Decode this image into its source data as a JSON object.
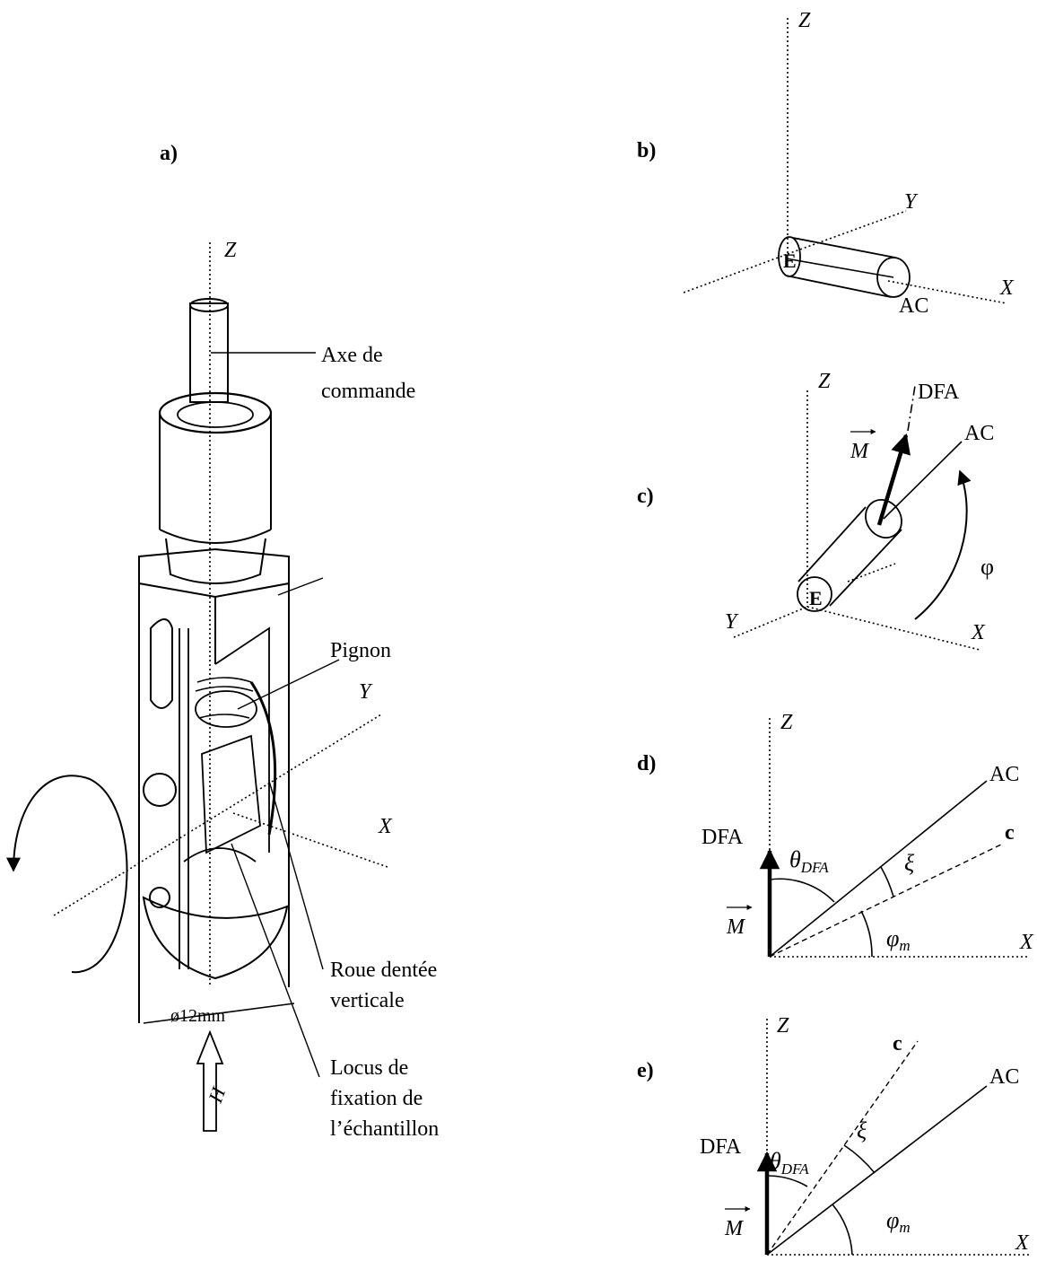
{
  "panels": {
    "a": {
      "tag": "a)",
      "axis_z": "Z",
      "axis_y": "Y",
      "axis_x": "X",
      "field": "H",
      "dimension": "ø12mm",
      "callout_axe_1": "Axe de",
      "callout_axe_2": "commande",
      "callout_pignon": "Pignon",
      "callout_roue_1": "Roue dentée",
      "callout_roue_2": "verticale",
      "callout_locus_1": "Locus de",
      "callout_locus_2": "fixation de",
      "callout_locus_3": "l’échantillon"
    },
    "b": {
      "tag": "b)",
      "axis_z": "Z",
      "axis_y": "Y",
      "axis_x": "X",
      "sample": "E",
      "axis_ac": "AC"
    },
    "c": {
      "tag": "c)",
      "axis_z": "Z",
      "axis_y": "Y",
      "axis_x": "X",
      "sample": "E",
      "axis_ac": "AC",
      "dfa": "DFA",
      "vector_m": "M",
      "angle_phi": "φ"
    },
    "d": {
      "tag": "d)",
      "axis_z": "Z",
      "axis_x": "X",
      "axis_ac": "AC",
      "axis_c": "c",
      "dfa": "DFA",
      "vector_m": "M",
      "theta": "θ",
      "theta_sub": "DFA",
      "xi": "ξ",
      "phi_m": "φ",
      "phi_m_sub": "m"
    },
    "e": {
      "tag": "e)",
      "axis_z": "Z",
      "axis_x": "X",
      "axis_ac": "AC",
      "axis_c": "c",
      "dfa": "DFA",
      "vector_m": "M",
      "theta": "θ",
      "theta_sub": "DFA",
      "xi": "ξ",
      "phi_m": "φ",
      "phi_m_sub": "m"
    }
  }
}
